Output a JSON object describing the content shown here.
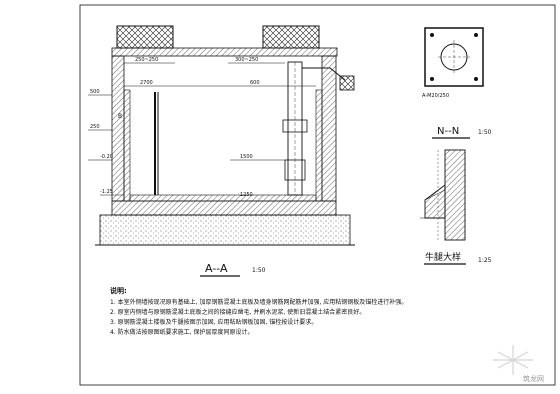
{
  "section_aa": {
    "title": "A--A",
    "scale": "1:50"
  },
  "section_nn": {
    "title": "N--N",
    "scale": "1:50"
  },
  "detail": {
    "title": "牛腿大样",
    "scale": "1:25"
  },
  "plate_label": "A-M20/250",
  "dims": {
    "top_left": "250~250",
    "top_right": "300~250",
    "d_2700": "2700",
    "d_600": "600",
    "d_1500": "1500",
    "d_1250": "1250",
    "elev_1": "-1.25",
    "elev_2": "-0.20",
    "side_500": "500",
    "small_250": "250",
    "b_label": "B"
  },
  "notes": {
    "header": "说明:",
    "items": [
      "1. 本室外侧墙按现况原有基础上, 加厚钢筋混凝土底板及墙身钢筋网配筋并加强, 应用粘钢钢板及锚栓进行补强。",
      "2. 原室内侧墙与原钢筋混凝土底板之间的接缝应凿毛, 并刷水泥浆, 使新旧混凝土结合紧密良好。",
      "3. 原钢筋混凝土楼板及牛腿按图示加固, 应用粘贴钢板加固, 锚栓按设计要求。",
      "4. 防水做法按原图纸要求施工, 保护层厚度同原设计。"
    ]
  },
  "watermark": "筑龙网"
}
